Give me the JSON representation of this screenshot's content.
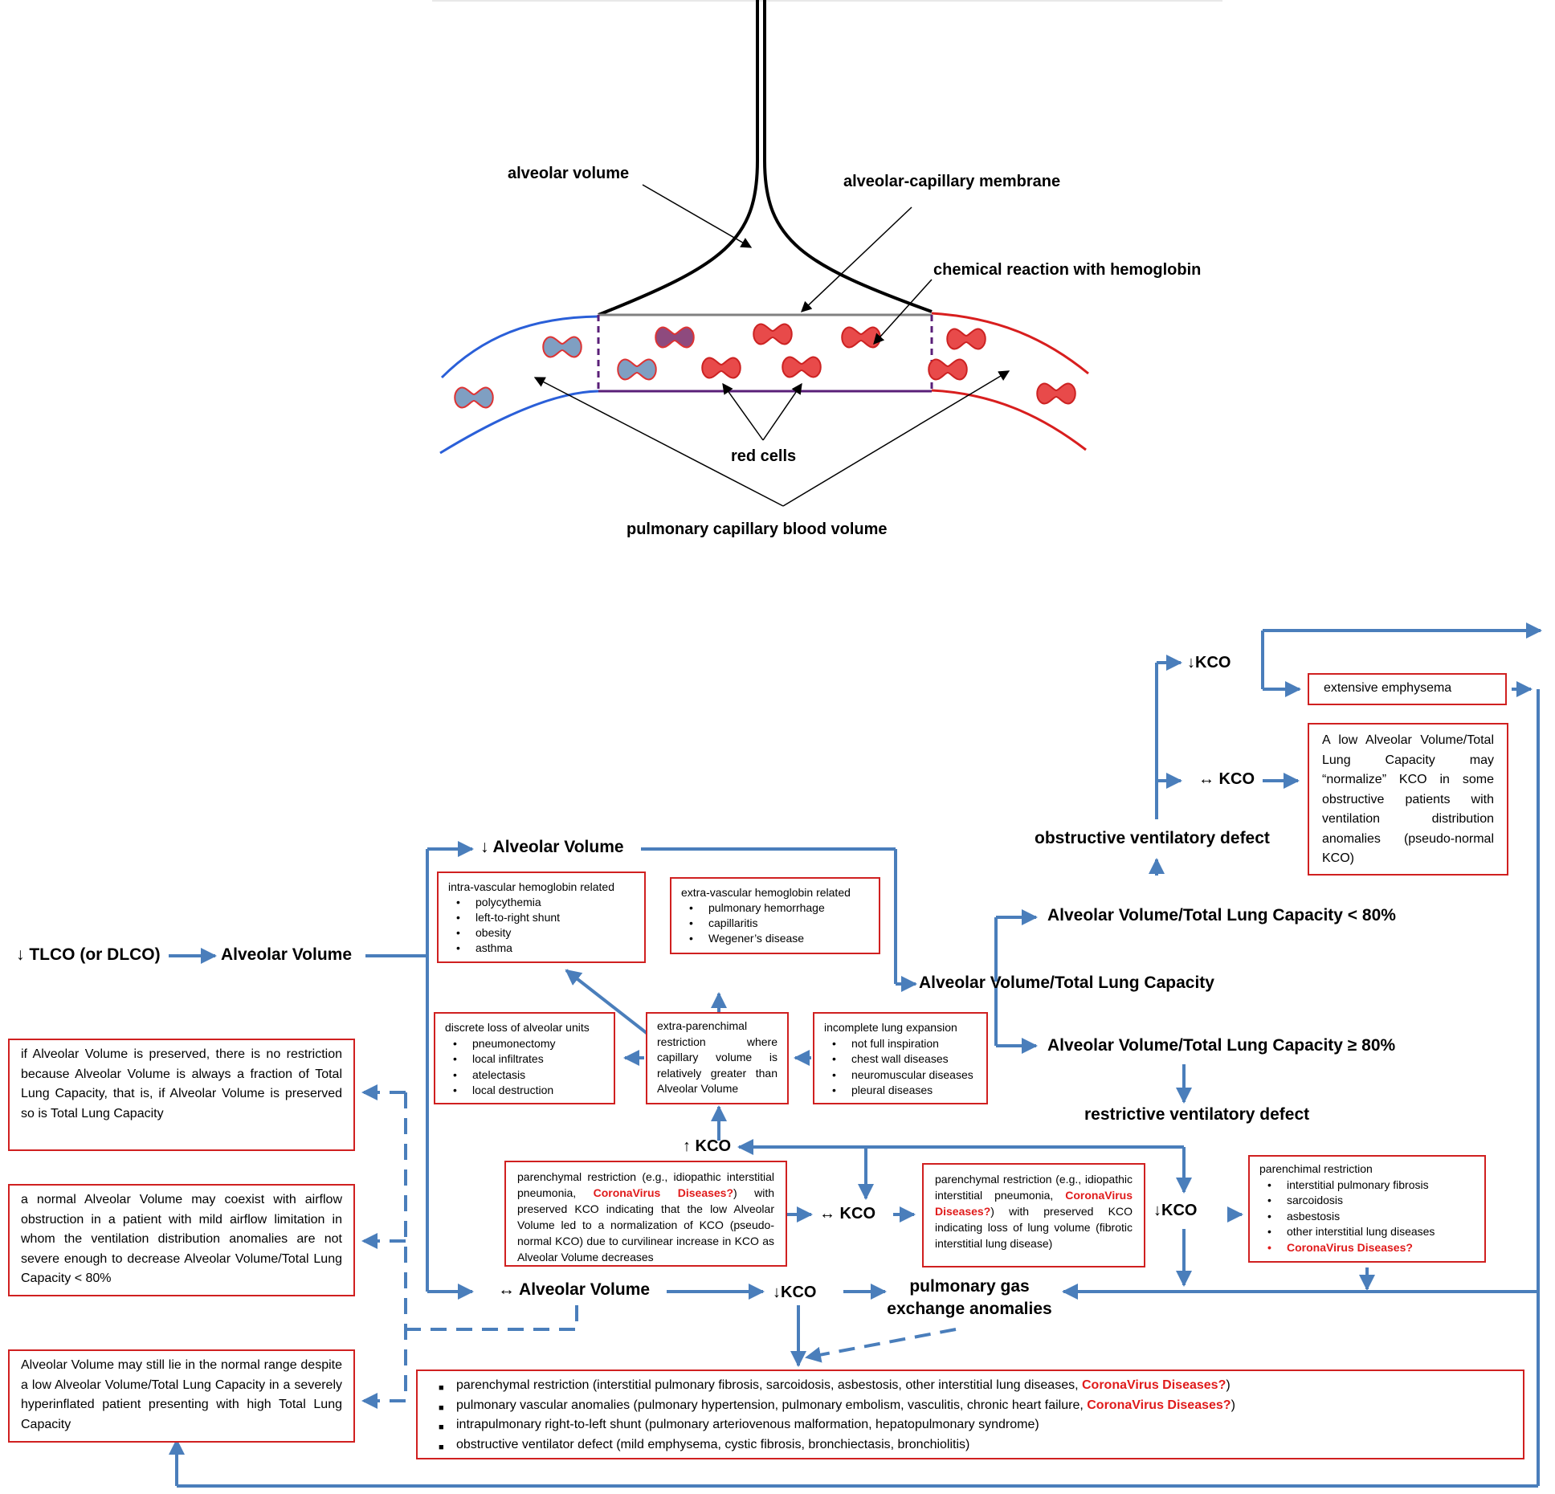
{
  "top": {
    "alveolar_volume": "alveolar volume",
    "membrane": "alveolar-capillary membrane",
    "chemical": "chemical reaction with hemoglobin",
    "red_cells": "red cells",
    "blood_volume": "pulmonary capillary blood volume"
  },
  "flow": {
    "tlco": "↓ TLCO (or DLCO)",
    "alveolar_volume": "Alveolar Volume",
    "dec_av": "↓ Alveolar Volume",
    "norm_av": "↔ Alveolar Volume",
    "av_tlc": "Alveolar Volume/Total Lung Capacity",
    "av_tlc_lt80": "Alveolar Volume/Total Lung Capacity < 80%",
    "av_tlc_ge80": "Alveolar Volume/Total Lung Capacity ≥ 80%",
    "obstructive": "obstructive ventilatory defect",
    "restrictive": "restrictive ventilatory defect",
    "kco_dec_top": "↓KCO",
    "kco_norm_top": "↔ KCO",
    "kco_up": "↑ KCO",
    "kco_norm_mid": "↔ KCO",
    "kco_dec_mid": "↓KCO",
    "kco_dec_bottom": "↓KCO",
    "gas_exchange": "pulmonary gas exchange anomalies",
    "emphysema": "extensive emphysema",
    "pseudo_normal": "A low Alveolar Volume/Total Lung Capacity may “normalize” KCO in some obstructive patients with ventilation distribution anomalies (pseudo-normal KCO)"
  },
  "boxes": {
    "intra": {
      "title": "intra-vascular hemoglobin related",
      "items": [
        "polycythemia",
        "left-to-right shunt",
        "obesity",
        "asthma"
      ]
    },
    "extra_vasc": {
      "title": "extra-vascular hemoglobin related",
      "items": [
        "pulmonary hemorrhage",
        "capillaritis",
        "Wegener’s disease"
      ]
    },
    "discrete": {
      "title": "discrete loss of alveolar units",
      "items": [
        "pneumonectomy",
        "local infiltrates",
        "atelectasis",
        "local destruction"
      ]
    },
    "extra_par": "extra-parenchimal restriction where capillary volume is relatively greater than Alveolar Volume",
    "incomplete": {
      "title": "incomplete lung expansion",
      "items": [
        "not full inspiration",
        "chest wall diseases",
        "neuromuscular diseases",
        "pleural diseases"
      ]
    },
    "par_normal": {
      "text_a": "parenchymal restriction (e.g., idiopathic interstitial pneumonia, ",
      "red": "CoronaVirus Diseases?",
      "text_b": ") with preserved KCO indicating that the low Alveolar Volume led to a normalization of KCO (pseudo-normal KCO) due to curvilinear increase in KCO as Alveolar Volume decreases"
    },
    "par_fibrotic": {
      "text_a": "parenchymal restriction (e.g., idiopathic interstitial pneumonia, ",
      "red": "CoronaVirus Diseases?",
      "text_b": ") with preserved KCO indicating loss of lung volume (fibrotic interstitial lung disease)"
    },
    "par_list": {
      "title": "parenchimal restriction",
      "items": [
        "interstitial pulmonary fibrosis",
        "sarcoidosis",
        "asbestosis",
        "other interstitial lung diseases"
      ],
      "red_item": "CoronaVirus Diseases?"
    },
    "left1": "if Alveolar Volume is preserved, there is no restriction because Alveolar Volume is always a fraction of Total Lung Capacity, that is, if Alveolar Volume is preserved so is Total Lung Capacity",
    "left2": "a normal Alveolar Volume may coexist with airflow obstruction in a patient with mild airflow limitation in whom the ventilation distribution anomalies are not severe enough to decrease Alveolar Volume/Total Lung Capacity < 80%",
    "left3": "Alveolar Volume may still lie in the normal range despite a low Alveolar Volume/Total Lung Capacity in a severely hyperinflated patient presenting with high Total Lung Capacity",
    "bottom": {
      "l1a": "parenchymal restriction (interstitial pulmonary fibrosis, sarcoidosis, asbestosis, other interstitial lung diseases, ",
      "l1red": "CoronaVirus Diseases?",
      "l1b": ")",
      "l2a": "pulmonary vascular anomalies (pulmonary hypertension, pulmonary embolism, vasculitis, chronic heart failure, ",
      "l2red": "CoronaVirus Diseases?",
      "l2b": ")",
      "l3": "intrapulmonary right-to-left shunt (pulmonary arteriovenous malformation, hepatopulmonary syndrome)",
      "l4": "obstructive ventilator defect (mild emphysema, cystic fibrosis, bronchiectasis, bronchiolitis)"
    }
  },
  "colors": {
    "arrow": "#4a7ebb",
    "box_border": "#d02020",
    "red_text": "#e01b1b",
    "red_cell": "#e84a4a",
    "blue_cell": "#7f9fc2",
    "purple_cell": "#8e4a7e",
    "vessel_blue": "#2a5fd8",
    "vessel_red": "#d81e1e"
  }
}
